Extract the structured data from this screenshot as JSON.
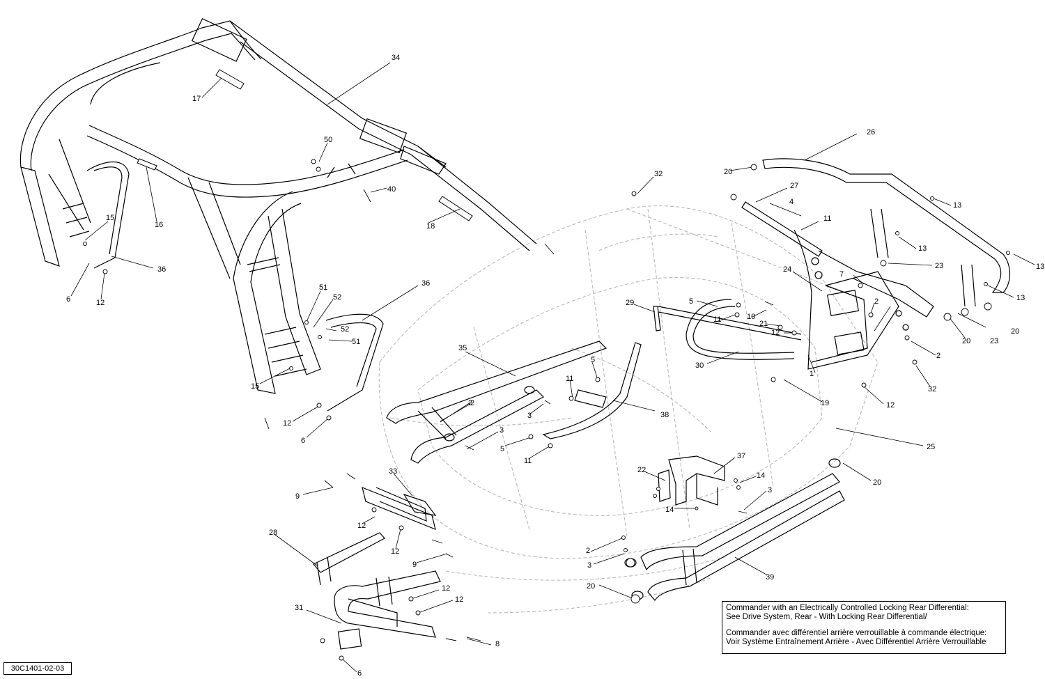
{
  "diagram": {
    "callouts": [
      "34",
      "17",
      "50",
      "40",
      "16",
      "15",
      "36",
      "6",
      "12",
      "18",
      "51",
      "52",
      "52",
      "51",
      "36",
      "15",
      "12",
      "6",
      "35",
      "2",
      "3",
      "5",
      "11",
      "38",
      "3",
      "5",
      "11",
      "2",
      "33",
      "9",
      "12",
      "28",
      "12",
      "9",
      "12",
      "12",
      "31",
      "8",
      "6",
      "32",
      "26",
      "20",
      "27",
      "4",
      "11",
      "13",
      "13",
      "23",
      "13",
      "13",
      "7",
      "24",
      "2",
      "5",
      "11",
      "29",
      "10",
      "21",
      "12",
      "1",
      "30",
      "19",
      "20",
      "23",
      "20",
      "2",
      "32",
      "12",
      "25",
      "37",
      "22",
      "14",
      "14",
      "3",
      "20",
      "2",
      "3",
      "20",
      "39"
    ],
    "note_lines_en": [
      "Commander with an Electrically Controlled Locking Rear Differential:",
      "See Drive System, Rear - With Locking Rear Differential/"
    ],
    "note_lines_fr": [
      "Commander avec différentiel arrière verrouillable à commande électrique:",
      "Voir Système Entraînement Arrière - Avec Différentiel Arrière Verrouillable"
    ],
    "drawing_code": "30C1401-02-03"
  }
}
